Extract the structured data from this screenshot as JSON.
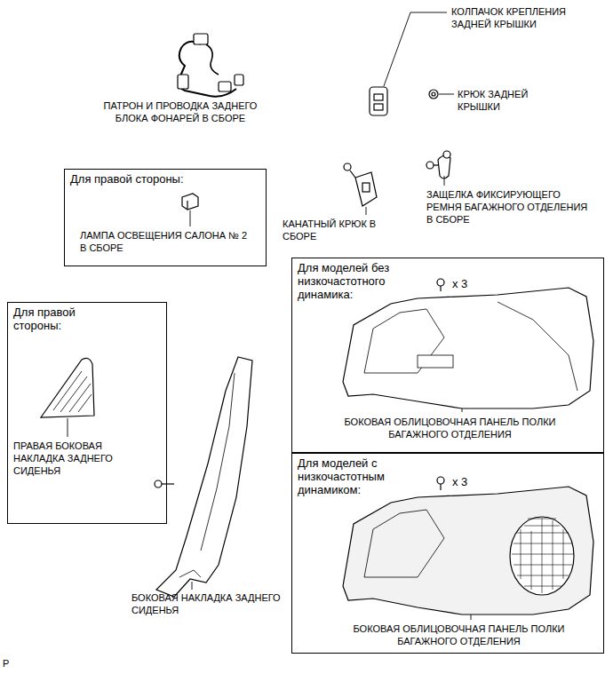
{
  "diagram": {
    "nodes": [
      {
        "text": [
          "Для правой стороны:",
          "ЛАМПА ОСВЕЩЕНИЯ САЛОНА № 2 В СБОРЕ"
        ]
      },
      {
        "text": [
          "Для правой стороны:",
          "ПРАВАЯ БОКОВАЯ НАКЛАДКА ЗАДНЕГО СИДЕНЬЯ"
        ]
      },
      {
        "text": [
          "Для моделей без низкочастотного динамика:",
          "x 3",
          "БОКОВАЯ ОБЛИЦОВОЧНАЯ ПАНЕЛЬ ПОЛКИ БАГАЖНОГО ОТДЕЛЕНИЯ"
        ]
      },
      {
        "text": [
          "Для моделей с низкочастотным динамиком:",
          "x 3",
          "БОКОВАЯ ОБЛИЦОВОЧНАЯ ПАНЕЛЬ ПОЛКИ БАГАЖНОГО ОТДЕЛЕНИЯ"
        ]
      }
    ],
    "edges": [],
    "labels": [
      "ПАТРОН И ПРОВОДКА ЗАДНЕГО БЛОКА ФОНАРЕЙ В СБОРЕ",
      "КОЛПАЧОК КРЕПЛЕНИЯ ЗАДНЕЙ КРЫШКИ",
      "КРЮК ЗАДНЕЙ КРЫШКИ",
      "КАНАТНЫЙ КРЮК В СБОРЕ",
      "ЗАЩЕЛКА ФИКСИРУЮЩЕГО РЕМНЯ БАГАЖНОГО ОТДЕЛЕНИЯ В СБОРЕ",
      "БОКОВАЯ НАКЛАДКА ЗАДНЕГО СИДЕНЬЯ",
      "P"
    ]
  }
}
